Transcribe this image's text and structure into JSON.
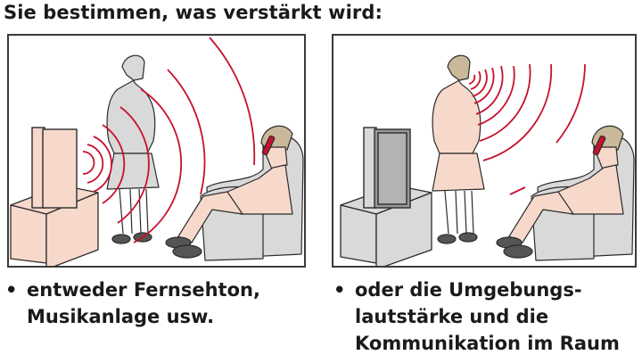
{
  "title": "Sie bestimmen, was verstärkt wird:",
  "colors": {
    "sound_wave": "#c8102e",
    "skin_fill": "#f7d9cc",
    "gray_fill": "#d9d9d9",
    "outline": "#2b2b2b",
    "hair": "#c9b99a",
    "shoe": "#555555"
  },
  "panels": [
    {
      "id": "left",
      "scene": "Frau und Fernseher hervorgehoben; Schallwellen gehen vom Fernseher aus",
      "highlighted_source": "tv",
      "caption": {
        "bullet": "•",
        "lines": [
          "entweder Fernsehton,",
          "Musikanlage usw."
        ]
      }
    },
    {
      "id": "right",
      "scene": "Frau hervorgehoben; Schallwellen gehen von der sprechenden Frau aus",
      "highlighted_source": "person",
      "caption": {
        "bullet": "•",
        "lines": [
          "oder die Umgebungs-",
          "lautstärke und die",
          "Kommunikation im Raum"
        ]
      }
    }
  ]
}
